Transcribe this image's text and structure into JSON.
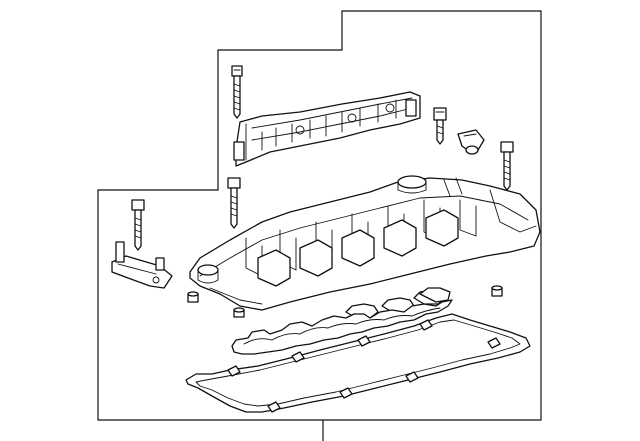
{
  "diagram": {
    "kind": "exploded parts illustration",
    "parts": [
      "frame",
      "bracket-assembly",
      "mounting-bolt",
      "small-bolt",
      "sensor",
      "long-bolt",
      "valve-cover",
      "mount-bracket",
      "cap-plug",
      "seal-ring",
      "inner-gasket",
      "outer-gasket",
      "leader-line"
    ],
    "line_color": "#111111",
    "background": "#ffffff"
  }
}
